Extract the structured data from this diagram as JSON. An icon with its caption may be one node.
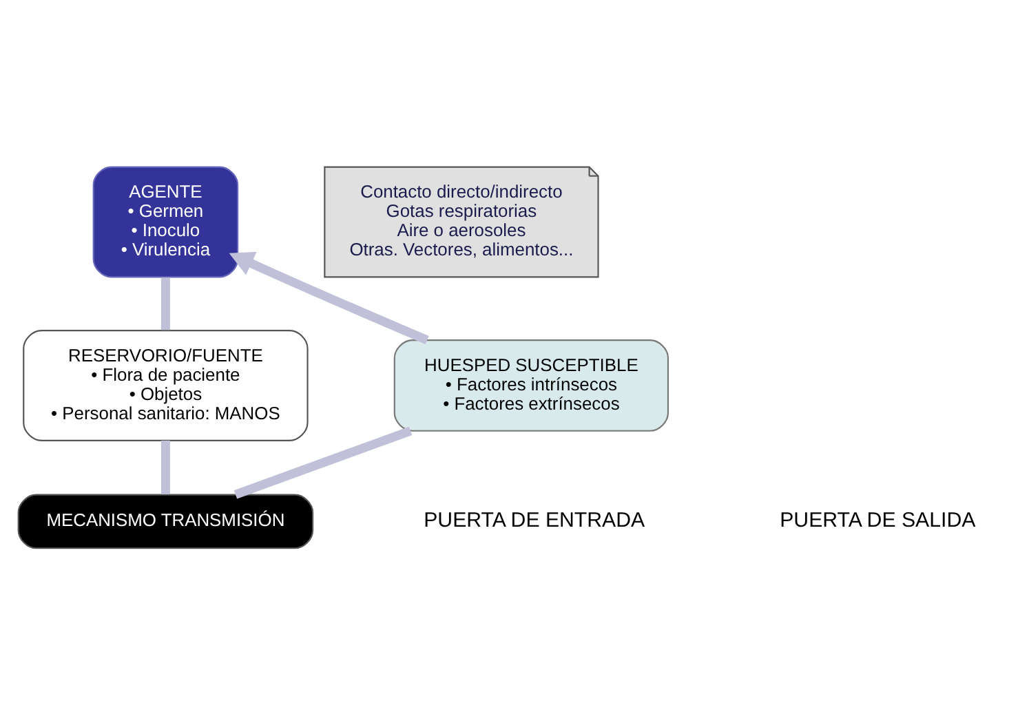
{
  "diagram": {
    "nodes": [
      {
        "text": [
          "AGENTE",
          "• Germen",
          "• Inoculo",
          "• Virulencia"
        ]
      },
      {
        "text": [
          "RESERVORIO/FUENTE",
          "• Flora de paciente",
          "• Objetos",
          "• Personal sanitario: MANOS"
        ]
      },
      {
        "text": [
          "MECANISMO TRANSMISIÓN"
        ]
      },
      {
        "text": [
          "HUESPED SUSCEPTIBLE",
          "• Factores intrínsecos",
          "• Factores extrínsecos"
        ]
      },
      {
        "text": [
          "Contacto directo/indirecto",
          "Gotas respiratorias",
          "Aire o aerosoles",
          "Otras. Vectores, alimentos..."
        ]
      }
    ],
    "edges": [
      {
        "from": 0,
        "to": 1,
        "arrow": "none"
      },
      {
        "from": 1,
        "to": 2,
        "arrow": "none"
      },
      {
        "from": 2,
        "to": 3,
        "arrow": "none"
      },
      {
        "from": 3,
        "to": 0,
        "arrow": "to"
      }
    ],
    "labels": [
      "PUERTA DE ENTRADA",
      "PUERTA DE SALIDA"
    ]
  }
}
